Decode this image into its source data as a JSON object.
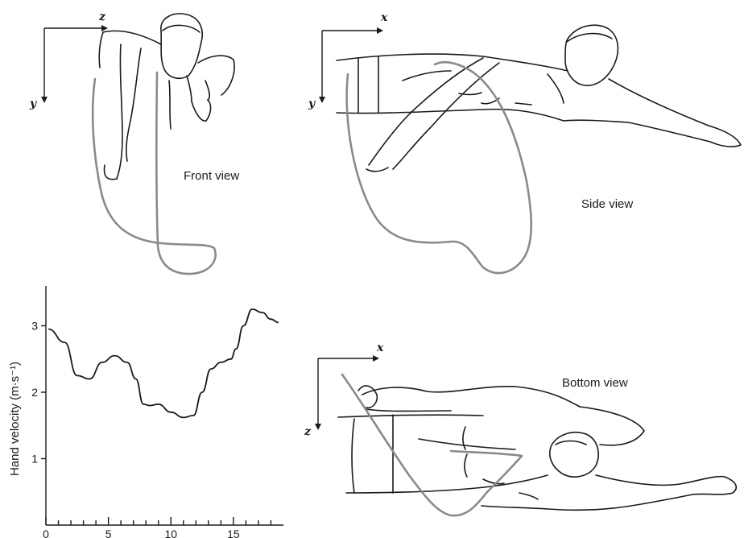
{
  "front_view": {
    "label": "Front view",
    "axis_horizontal": "z",
    "axis_vertical": "y"
  },
  "side_view": {
    "label": "Side view",
    "axis_horizontal": "x",
    "axis_vertical": "y"
  },
  "bottom_view": {
    "label": "Bottom view",
    "axis_horizontal": "x",
    "axis_vertical": "z"
  },
  "chart_data": {
    "type": "line",
    "ylabel": "Hand velocity (m·s⁻¹)",
    "xlabel": "",
    "x_ticks": [
      "0",
      "5",
      "10",
      "15"
    ],
    "y_ticks": [
      "1",
      "2",
      "3"
    ],
    "xlim": [
      0,
      19
    ],
    "ylim": [
      0,
      3.6
    ],
    "series": [
      {
        "x": [
          0.2,
          1.5,
          2.5,
          3.5,
          4.5,
          5.5,
          6.5,
          7.2,
          7.8,
          8.3,
          9.0,
          10.0,
          11.0,
          11.8,
          12.5,
          13.2,
          14.0,
          14.8,
          15.2,
          15.8,
          16.5,
          17.3,
          18.0,
          18.6
        ],
        "y": [
          2.95,
          2.75,
          2.25,
          2.2,
          2.45,
          2.55,
          2.45,
          2.2,
          1.82,
          1.8,
          1.82,
          1.7,
          1.62,
          1.65,
          2.0,
          2.35,
          2.45,
          2.5,
          2.65,
          3.0,
          3.25,
          3.2,
          3.1,
          3.05
        ]
      }
    ]
  }
}
